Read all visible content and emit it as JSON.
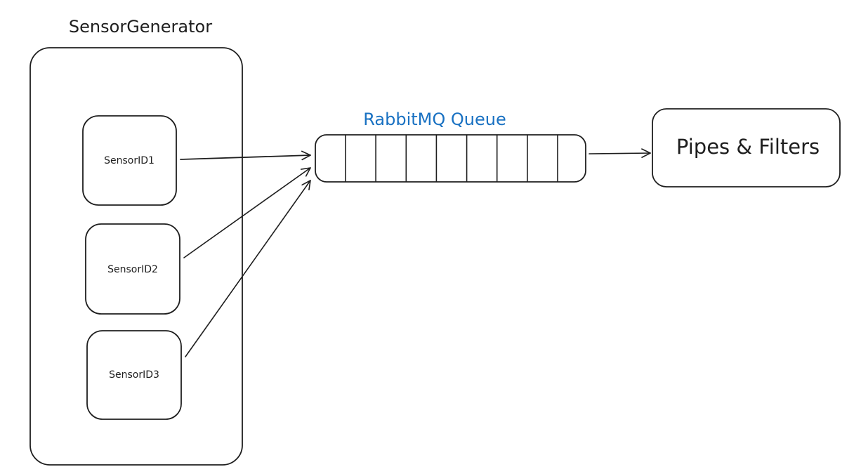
{
  "diagram": {
    "generator": {
      "title": "SensorGenerator",
      "sensors": [
        {
          "label": "SensorID1"
        },
        {
          "label": "SensorID2"
        },
        {
          "label": "SensorID3"
        }
      ]
    },
    "queue": {
      "title": "RabbitMQ Queue",
      "title_color": "#1971c2",
      "slot_count": 9
    },
    "consumer": {
      "label": "Pipes & Filters"
    },
    "stroke_color": "#1e1e1e",
    "background": "#ffffff"
  }
}
